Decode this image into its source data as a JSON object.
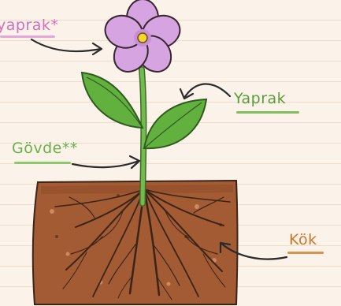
{
  "labels": {
    "petal": "yaprak*",
    "leaf": "Yaprak",
    "stem": "Gövde**",
    "root": "Kök"
  },
  "colors": {
    "petal_label": "#d46fbd",
    "leaf_label": "#5a9c3c",
    "stem_label": "#69b04a",
    "root_label": "#c8782c",
    "petal_fill": "#d6a4e0",
    "flower_center": "#f5d531",
    "leaf_fill": "#62b13e",
    "stem": "#6fb548",
    "soil": "#a05a33",
    "roots": "#3a2418"
  }
}
